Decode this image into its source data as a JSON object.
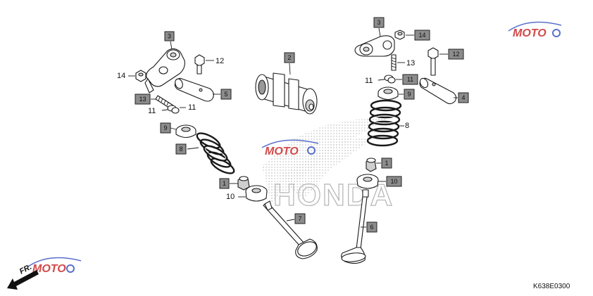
{
  "diagram": {
    "code": "K638E0300",
    "fr_label": "FR.",
    "watermark_text": "HONDA",
    "logo_text": "MOTO",
    "colors": {
      "callout_fill": "#8c8c8c",
      "line": "#1a1a1a",
      "watermark": "#c9c9c9"
    }
  },
  "callouts": {
    "left_rocker_arm": "3",
    "left_nut": "14",
    "left_bolt_12": "12",
    "left_shaft": "5",
    "left_adjuster_screw": "13",
    "left_clip_a": "11",
    "left_clip_b": "11",
    "left_retainer": "9",
    "left_spring": "8",
    "left_seal": "1",
    "left_seat": "10",
    "left_valve": "7",
    "camshaft": "2",
    "right_rocker_arm": "3",
    "right_nut": "14",
    "right_bolt_12": "12",
    "right_adjuster_screw": "13",
    "right_clip_box": "11",
    "right_clip_plain": "11",
    "right_retainer": "9",
    "right_shaft": "4",
    "right_spring": "8",
    "right_seal": "1",
    "right_seat": "10",
    "right_valve": "6"
  }
}
